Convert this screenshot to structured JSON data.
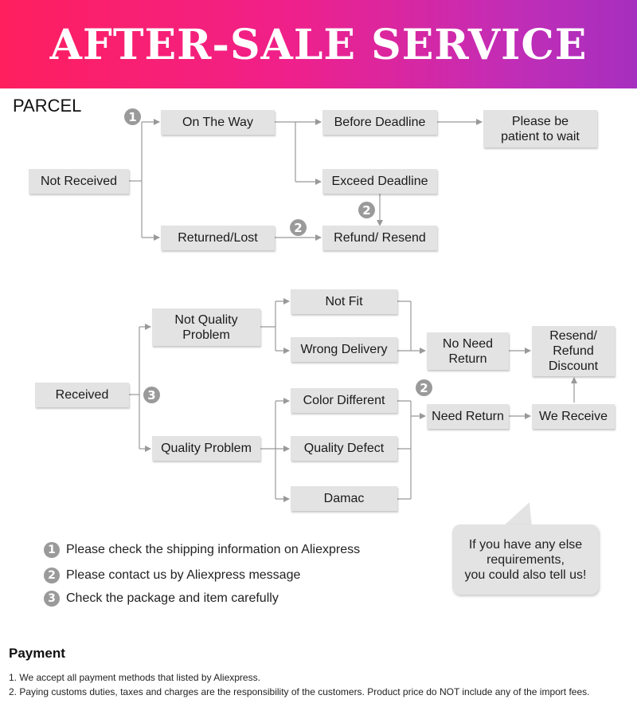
{
  "banner": {
    "title": "AFTER-SALE SERVICE"
  },
  "parcel": {
    "label": "PARCEL"
  },
  "nodes": {
    "not_received": "Not Received",
    "on_the_way": "On The Way",
    "before_deadline": "Before Deadline",
    "please_wait": "Please be\npatient to wait",
    "exceed_deadline": "Exceed Deadline",
    "returned_lost": "Returned/Lost",
    "refund_resend": "Refund/ Resend",
    "received": "Received",
    "not_quality_problem": "Not Quality\nProblem",
    "quality_problem": "Quality Problem",
    "not_fit": "Not Fit",
    "wrong_delivery": "Wrong Delivery",
    "color_different": "Color Different",
    "quality_defect": "Quality Defect",
    "damac": "Damac",
    "no_need_return": "No Need\nReturn",
    "need_return": "Need Return",
    "resend_refund_discount": "Resend/\nRefund\nDiscount",
    "we_receive": "We Receive"
  },
  "steps": {
    "one": "1",
    "two": "2",
    "three": "3"
  },
  "notes": [
    {
      "step": "1",
      "text": "Please check the shipping information on Aliexpress"
    },
    {
      "step": "2",
      "text": "Please contact us by Aliexpress message"
    },
    {
      "step": "3",
      "text": "Check the package and item carefully"
    }
  ],
  "bubble": {
    "text": "If you have any else\nrequirements,\nyou could also tell us!"
  },
  "payment": {
    "title": "Payment",
    "lines": [
      "1. We accept all payment methods that listed by Aliexpress.",
      "2. Paying customs duties, taxes and charges are the responsibility of the customers. Product price do NOT include any of the import fees."
    ]
  },
  "colors": {
    "banner_start": "#ff1f5e",
    "banner_end": "#a62fbf",
    "node_fill": "#e3e3e3",
    "line": "#999999"
  }
}
